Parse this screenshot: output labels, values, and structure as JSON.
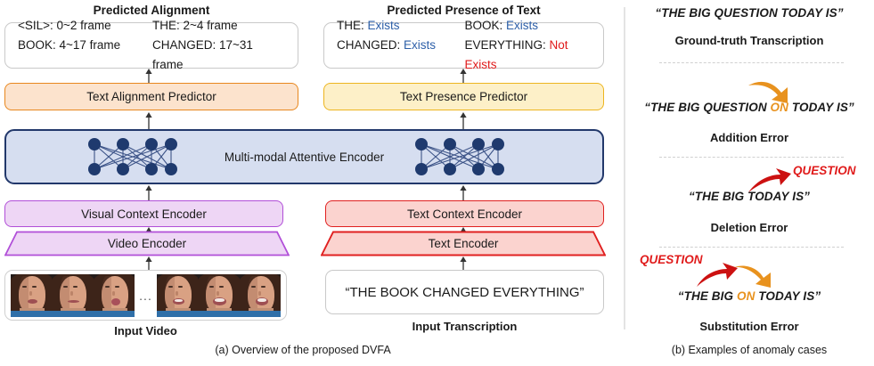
{
  "figure": {
    "caption_a": "(a) Overview of the proposed DVFA",
    "caption_b": "(b) Examples of anomaly cases"
  },
  "panel_a": {
    "alignment": {
      "title": "Predicted Alignment",
      "entries": [
        "<SIL>: 0~2 frame",
        "THE: 2~4 frame",
        "BOOK: 4~17 frame",
        "CHANGED: 17~31 frame"
      ]
    },
    "presence": {
      "title": "Predicted Presence of Text",
      "entries": [
        {
          "word": "THE:",
          "status": "Exists",
          "exists": true
        },
        {
          "word": "BOOK:",
          "status": "Exists",
          "exists": true
        },
        {
          "word": "CHANGED:",
          "status": "Exists",
          "exists": true
        },
        {
          "word": "EVERYTHING:",
          "status": "Not Exists",
          "exists": false
        }
      ]
    },
    "blocks": {
      "text_alignment_predictor": "Text Alignment Predictor",
      "text_presence_predictor": "Text Presence Predictor",
      "multimodal_encoder": "Multi-modal Attentive Encoder",
      "visual_context_encoder": "Visual Context Encoder",
      "text_context_encoder": "Text Context Encoder",
      "video_encoder": "Video Encoder",
      "text_encoder": "Text Encoder"
    },
    "inputs": {
      "video_label": "Input Video",
      "video_ellipsis": "...",
      "transcription_value": "“THE BOOK CHANGED EVERYTHING”",
      "transcription_label": "Input Transcription"
    },
    "colors": {
      "alignment_block": "#e8871e",
      "presence_block": "#edb51f",
      "encoder_block": "#22386b",
      "visual_block": "#b14fd8",
      "text_block": "#e02020",
      "exists_text": "#2d5fa8",
      "not_exists_text": "#e01b1b"
    }
  },
  "panel_b": {
    "cases": [
      {
        "id": "ground-truth",
        "sentence_pre": "“THE BIG QUESTION TODAY IS”",
        "sentence_mid": "",
        "sentence_post": "",
        "label": "Ground-truth Transcription",
        "floating_word": ""
      },
      {
        "id": "addition",
        "sentence_pre": "“THE BIG QUESTION",
        "sentence_mid": "ON",
        "sentence_post": "TODAY IS”",
        "label": "Addition Error",
        "floating_word": ""
      },
      {
        "id": "deletion",
        "sentence_pre": "“THE BIG TODAY IS”",
        "sentence_mid": "",
        "sentence_post": "",
        "label": "Deletion Error",
        "floating_word": "QUESTION"
      },
      {
        "id": "substitution",
        "sentence_pre": "“THE BIG",
        "sentence_mid": "ON",
        "sentence_post": "TODAY IS”",
        "label": "Substitution Error",
        "floating_word": "QUESTION"
      }
    ],
    "colors": {
      "insert_arrow": "#e8921e",
      "delete_arrow": "#cc1111",
      "inserted_word": "#e8921e",
      "deleted_word": "#e01b1b"
    }
  }
}
